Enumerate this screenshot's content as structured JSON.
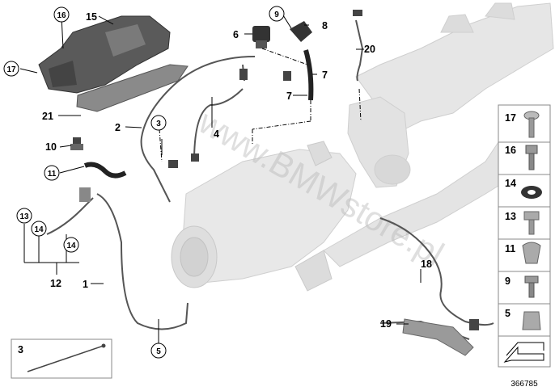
{
  "diagram": {
    "watermark": "www.BMWstore.pl",
    "reference_number": "366785",
    "callouts": {
      "c1": "1",
      "c2": "2",
      "c3": "3",
      "c4": "4",
      "c5": "5",
      "c6": "6",
      "c7a": "7",
      "c7b": "7",
      "c8": "8",
      "c9": "9",
      "c10": "10",
      "c11": "11",
      "c12": "12",
      "c13": "13",
      "c14a": "14",
      "c14b": "14",
      "c15": "15",
      "c16": "16",
      "c17": "17",
      "c18": "18",
      "c19": "19",
      "c20": "20",
      "c21": "21"
    },
    "inset_label": "3",
    "sidebar": [
      "17",
      "16",
      "14",
      "13",
      "11",
      "9",
      "5"
    ]
  }
}
